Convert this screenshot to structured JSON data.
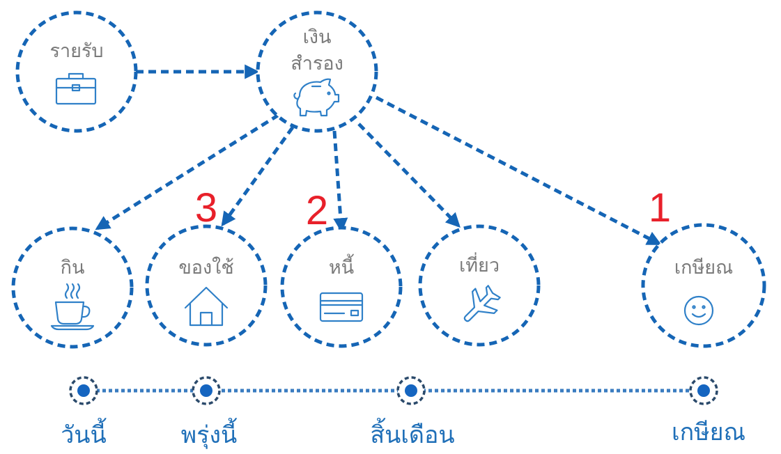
{
  "nodes": {
    "income": {
      "label": "รายรับ",
      "icon": "briefcase-icon"
    },
    "savings": {
      "label_line1": "เงิน",
      "label_line2": "สำรอง",
      "icon": "piggy-bank-icon"
    },
    "food": {
      "label": "กิน",
      "icon": "coffee-cup-icon"
    },
    "supplies": {
      "label": "ของใช้",
      "icon": "house-icon"
    },
    "debt": {
      "label": "หนี้",
      "icon": "credit-card-icon"
    },
    "travel": {
      "label": "เที่ยว",
      "icon": "airplane-icon"
    },
    "retirement": {
      "label": "เกษียณ",
      "icon": "smiley-icon"
    }
  },
  "ranks": {
    "retirement": "1",
    "debt": "2",
    "supplies": "3"
  },
  "timeline": {
    "points": [
      "วันนี้",
      "พรุ่งนี้",
      "สิ้นเดือน",
      "เกษียณ"
    ]
  },
  "colors": {
    "ring": "#1565b5",
    "icon": "#2f80c8",
    "rank": "#e8202a",
    "timeline_label": "#1f6fb8",
    "node_label": "#7a7a7a"
  }
}
